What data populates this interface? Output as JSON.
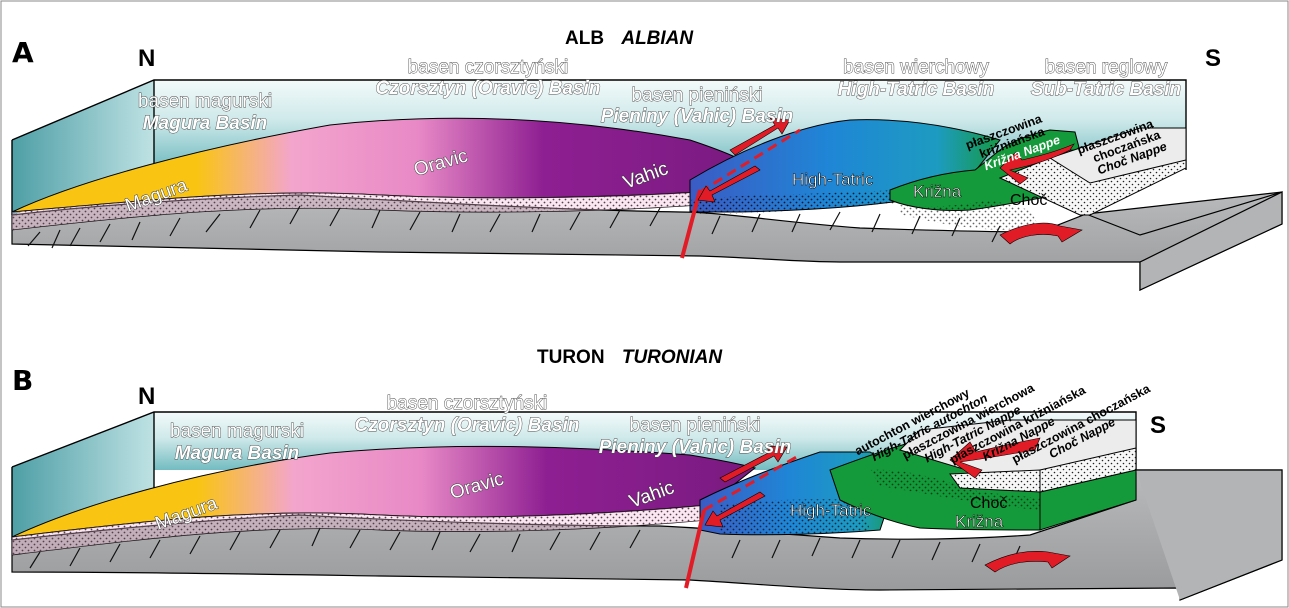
{
  "panels": [
    {
      "label": "A",
      "title_pl": "ALB",
      "title_en": "ALBIAN",
      "north": "N",
      "south": "S",
      "basins": [
        {
          "pl": "basen magurski",
          "en": "Magura Basin"
        },
        {
          "pl": "basen czorsztyński",
          "en": "Czorsztyn (Oravic) Basin"
        },
        {
          "pl": "basen pieniński",
          "en": "Pieniny (Vahic) Basin"
        },
        {
          "pl": "basen wierchowy",
          "en": "High-Tatric Basin"
        },
        {
          "pl": "basen reglowy",
          "en": "Sub-Tatric Basin"
        }
      ],
      "units": [
        "Magura",
        "Oravic",
        "Vahic",
        "High-Tatric",
        "Križna",
        "Choč"
      ],
      "nappes": [
        {
          "pl1": "płaszczowina",
          "pl2": "kriżniańska",
          "en": "Križna Nappe"
        },
        {
          "pl1": "płaszczowina",
          "pl2": "choczańska",
          "en": "Choč Nappe"
        }
      ]
    },
    {
      "label": "B",
      "title_pl": "TURON",
      "title_en": "TURONIAN",
      "north": "N",
      "south": "S",
      "basins": [
        {
          "pl": "basen magurski",
          "en": "Magura Basin"
        },
        {
          "pl": "basen czorsztyński",
          "en": "Czorsztyn (Oravic) Basin"
        },
        {
          "pl": "basen pieniński",
          "en": "Pieniny (Vahic) Basin"
        }
      ],
      "units": [
        "Magura",
        "Oravic",
        "Vahic",
        "High-Tatric",
        "Choč",
        "Križna"
      ],
      "nappes": [
        {
          "pl": "autochton wierchowy",
          "en": "High-Tatric autochton"
        },
        {
          "pl": "płaszczowina wierchowa",
          "en": "High-Tatric Nappe"
        },
        {
          "pl": "płaszczowina kriżniańska",
          "en": "Križna Nappe"
        },
        {
          "pl": "płaszczowina choczańska",
          "en": "Choč Nappe"
        }
      ]
    }
  ],
  "colors": {
    "magura": "#f9c512",
    "oravic": "#f2a5cf",
    "vahic": "#8b1e8f",
    "high_tatric": "#1f86d6",
    "krizna": "#149a3a",
    "choc": "#ececec",
    "fault": "#e21c26",
    "basement": "#a9aaac",
    "sea_top": "#e9f5f5",
    "sea_bottom": "#7cc2c6"
  }
}
